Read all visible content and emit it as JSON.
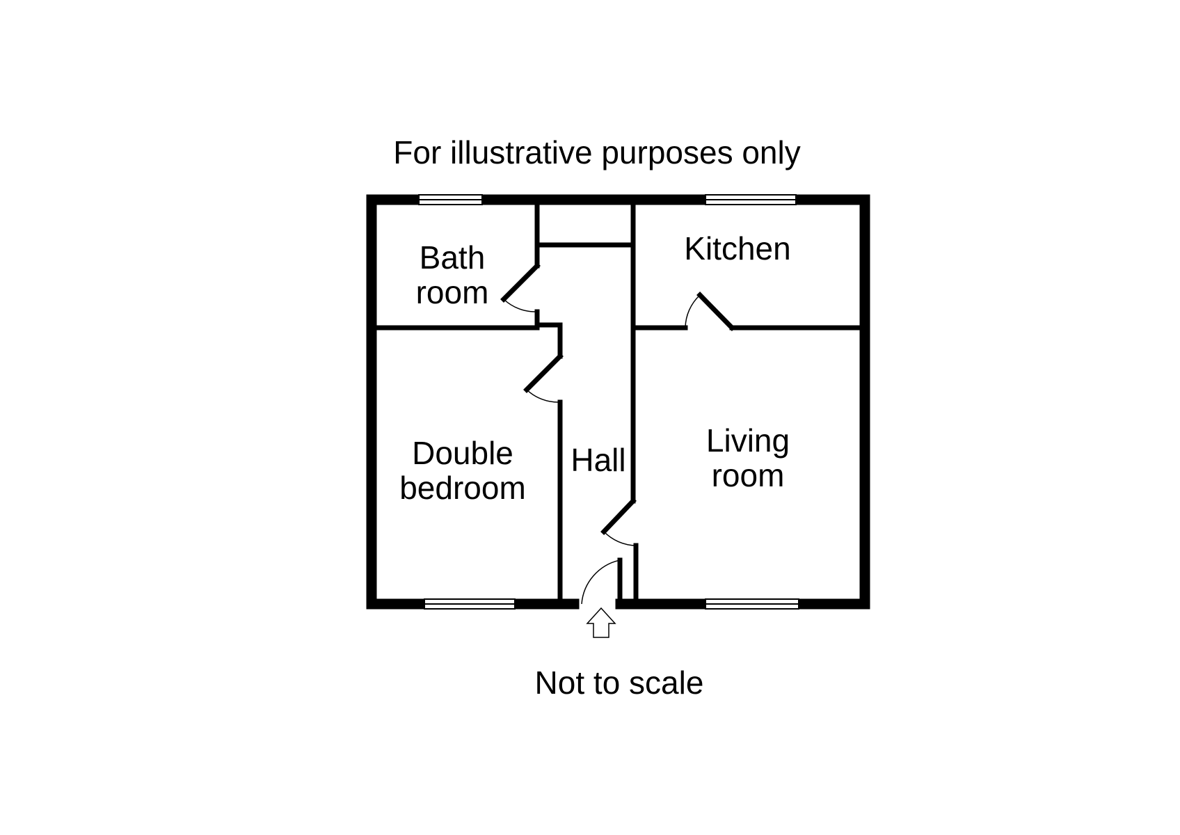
{
  "caption": {
    "top": "For illustrative purposes only",
    "bottom": "Not to scale"
  },
  "rooms": {
    "bath": {
      "line1": "Bath",
      "line2": "room"
    },
    "kitchen": {
      "line1": "Kitchen"
    },
    "bedroom": {
      "line1": "Double",
      "line2": "bedroom"
    },
    "hall": {
      "line1": "Hall"
    },
    "living": {
      "line1": "Living",
      "line2": "room"
    }
  },
  "colors": {
    "wall": "#000000",
    "background": "#ffffff"
  },
  "icons": {
    "entrance": "up-arrow-icon"
  }
}
